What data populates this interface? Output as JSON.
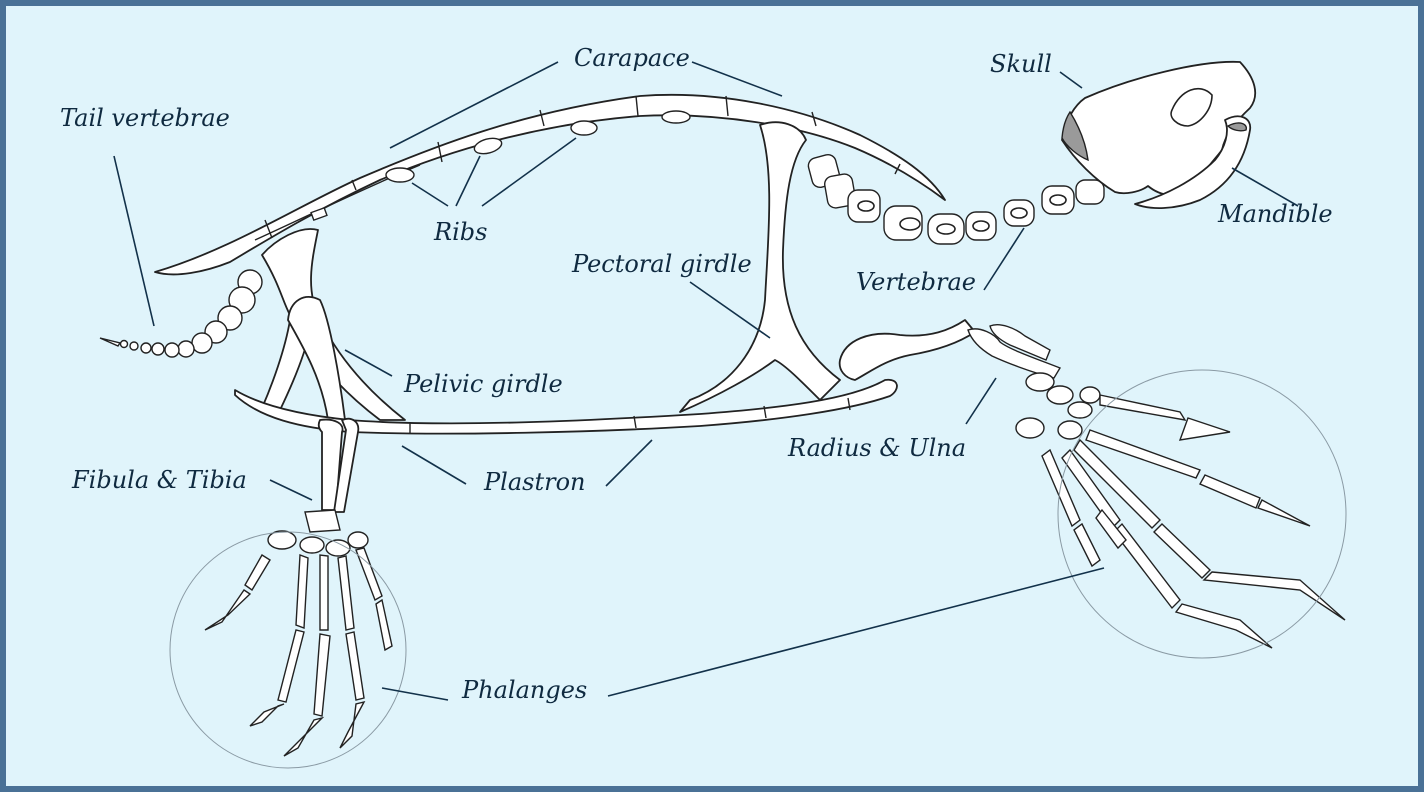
{
  "colors": {
    "background": "#e0f4fb",
    "border": "#4a7196",
    "label_text": "#0f2a40",
    "bone_fill": "#ffffff",
    "bone_outline": "#222222",
    "skull_shading": "#9a9a9a"
  },
  "labels": {
    "carapace": "Carapace",
    "skull": "Skull",
    "tail_vertebrae": "Tail vertebrae",
    "ribs": "Ribs",
    "pectoral_girdle": "Pectoral girdle",
    "mandible": "Mandible",
    "vertebrae": "Vertebrae",
    "pelvic_girdle": "Pelivic girdle",
    "radius_ulna": "Radius & Ulna",
    "fibula_tibia": "Fibula & Tibia",
    "plastron": "Plastron",
    "phalanges": "Phalanges"
  }
}
